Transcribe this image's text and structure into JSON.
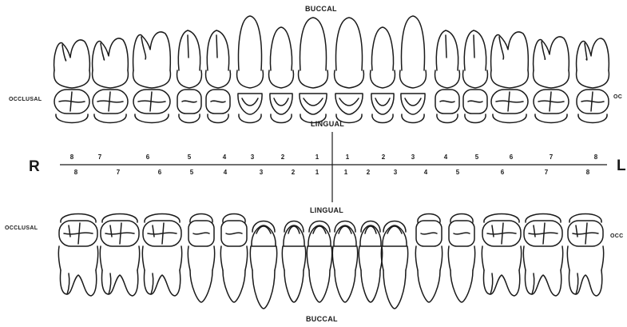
{
  "labels": {
    "buccal_top": "BUCCAL",
    "buccal_bottom": "BUCCAL",
    "lingual_top": "LINGUAL",
    "lingual_bottom": "LINGUAL",
    "occlusal_upper_left": "OCCLUSAL",
    "occlusal_upper_right": "OC",
    "occlusal_lower_left": "OCCLUSAL",
    "occlusal_lower_right": "OCC",
    "right": "R",
    "left": "L"
  },
  "tooth_numbers": {
    "upper_right": [
      "8",
      "7",
      "6",
      "5",
      "4",
      "3",
      "2",
      "1"
    ],
    "upper_left": [
      "1",
      "2",
      "3",
      "4",
      "5",
      "6",
      "7",
      "8"
    ],
    "lower_right": [
      "8",
      "7",
      "6",
      "5",
      "4",
      "3",
      "2",
      "1"
    ],
    "lower_left": [
      "1",
      "2",
      "3",
      "4",
      "5",
      "6",
      "7",
      "8"
    ]
  },
  "colors": {
    "line": "#1a1a1a",
    "background": "#ffffff"
  }
}
